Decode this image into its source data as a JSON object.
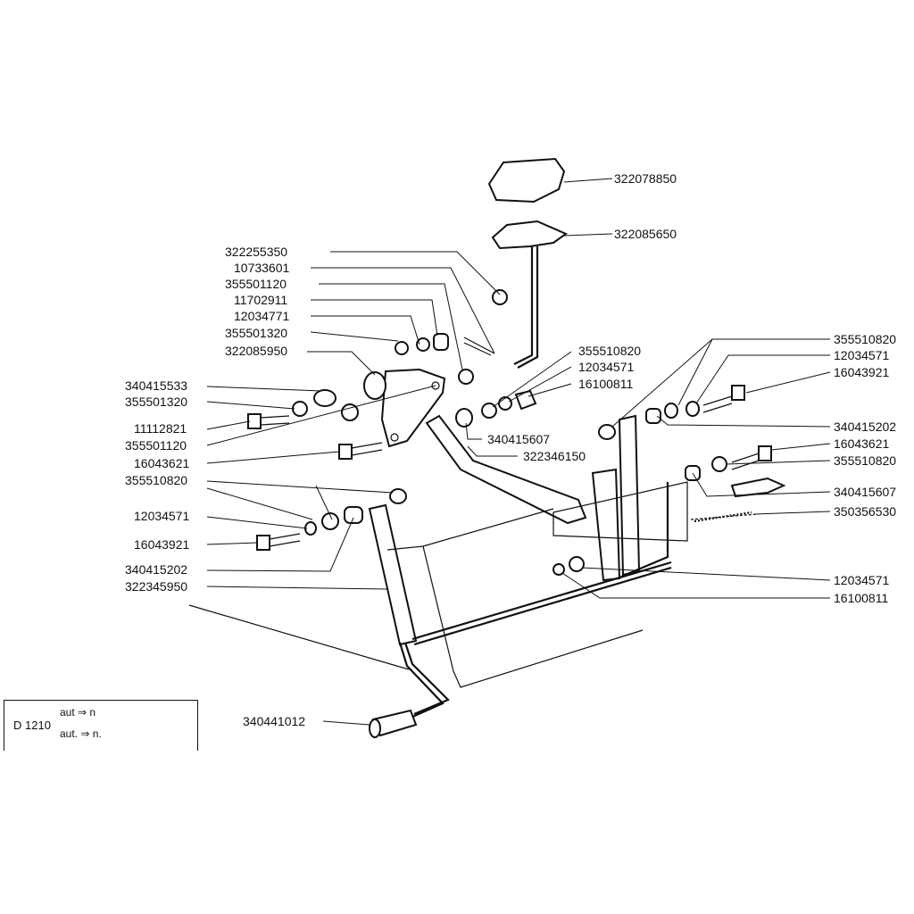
{
  "labels": [
    "322078850",
    "322085650",
    "322255350",
    "10733601",
    "355501120",
    "11702911",
    "12034771",
    "355501320",
    "322085950",
    "340415533",
    "355501320",
    "11112821",
    "355501120",
    "16043621",
    "355510820",
    "12034571",
    "16043921",
    "340415202",
    "322345950",
    "355510820",
    "12034571",
    "16100811",
    "340415607",
    "322346150",
    "355510820",
    "12034571",
    "16043921",
    "340415202",
    "16043621",
    "355510820",
    "340415607",
    "350356530",
    "12034571",
    "16100811",
    "340441012"
  ],
  "info_box": {
    "code": "D 1210",
    "line1": "aut  ⇒ n",
    "line2": "aut. ⇒ n."
  }
}
